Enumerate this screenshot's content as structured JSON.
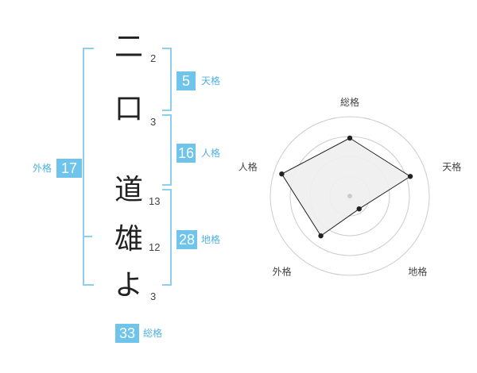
{
  "name_chars": [
    {
      "char": "二",
      "strokes": "2"
    },
    {
      "char": "口",
      "strokes": "3"
    },
    {
      "char": "道",
      "strokes": "13"
    },
    {
      "char": "雄",
      "strokes": "12"
    },
    {
      "char": "よ",
      "strokes": "3"
    }
  ],
  "kaku": {
    "tenkaku": {
      "value": "5",
      "label": "天格"
    },
    "jinkaku": {
      "value": "16",
      "label": "人格"
    },
    "chikaku": {
      "value": "28",
      "label": "地格"
    },
    "gaikaku": {
      "value": "17",
      "label": "外格"
    },
    "soukaku": {
      "value": "33",
      "label": "総格"
    }
  },
  "colors": {
    "accent": "#6ec4ea",
    "bracket": "#8ecfee",
    "radar_fill": "#eeeeee",
    "radar_ring": "#cccccc"
  },
  "chart_data": {
    "type": "radar",
    "axes": [
      "総格",
      "天格",
      "地格",
      "外格",
      "人格"
    ],
    "values": [
      0.73,
      0.8,
      0.2,
      0.62,
      0.9
    ],
    "scale_max": 1,
    "rings": 4,
    "center_marker": true
  }
}
